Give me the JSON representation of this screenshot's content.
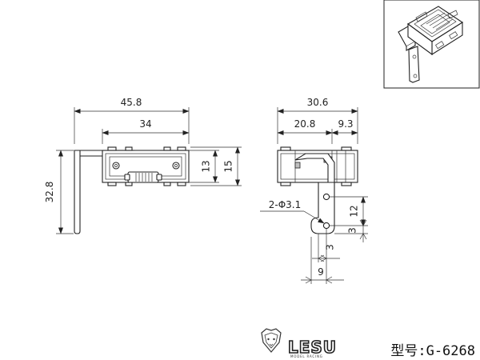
{
  "dimensions": {
    "front_overall_width": "45.8",
    "front_inner_width": "34",
    "front_total_height": "32.8",
    "front_body_height_13": "13",
    "front_body_height_15": "15",
    "side_overall_width": "30.6",
    "side_width_left": "20.8",
    "side_width_right": "9.3",
    "hole_callout": "2-Φ3.1",
    "hole_spacing_12": "12",
    "hole_offset_3_v": "3",
    "hole_offset_3_h": "3",
    "hole_offset_9": "9"
  },
  "brand": {
    "logo_text": "LESU",
    "logo_subtext": "MODEL RACING"
  },
  "model_label": "型号:G-6268"
}
